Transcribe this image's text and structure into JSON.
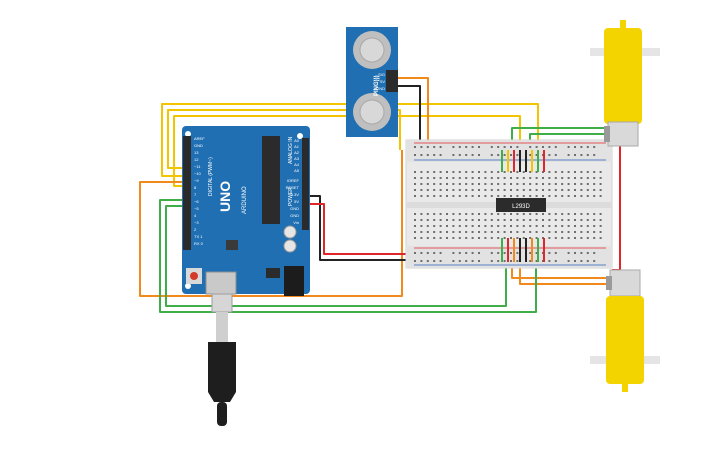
{
  "arduino": {
    "board_name": "UNO",
    "brand": "ARDUINO",
    "digital_label": "DIGITAL (PWM~)",
    "power_label": "POWER",
    "analog_label": "ANALOG IN",
    "digital_pins": [
      "AREF",
      "GND",
      "13",
      "12",
      "~11",
      "~10",
      "~9",
      "8",
      "7",
      "~6",
      "~5",
      "4",
      "~3",
      "2",
      "TX 1",
      "RX 0"
    ],
    "power_pins": [
      "IOREF",
      "RESET",
      "3.3V",
      "5V",
      "GND",
      "GND",
      "Vin"
    ],
    "analog_pins": [
      "A0",
      "A1",
      "A2",
      "A3",
      "A4",
      "A5"
    ]
  },
  "sensor": {
    "model": "PING)))",
    "pin_labels": [
      "SIG",
      "5V",
      "GND"
    ]
  },
  "ic": {
    "label": "L293D"
  },
  "colors": {
    "arduino_blue": "#1f6fb2",
    "breadboard": "#e9e9e9",
    "motor_yellow": "#f4d400",
    "wire_yellow": "#f2c500",
    "wire_orange": "#f08a1c",
    "wire_green": "#3fae49",
    "wire_red": "#e0262a",
    "wire_black": "#222222"
  }
}
